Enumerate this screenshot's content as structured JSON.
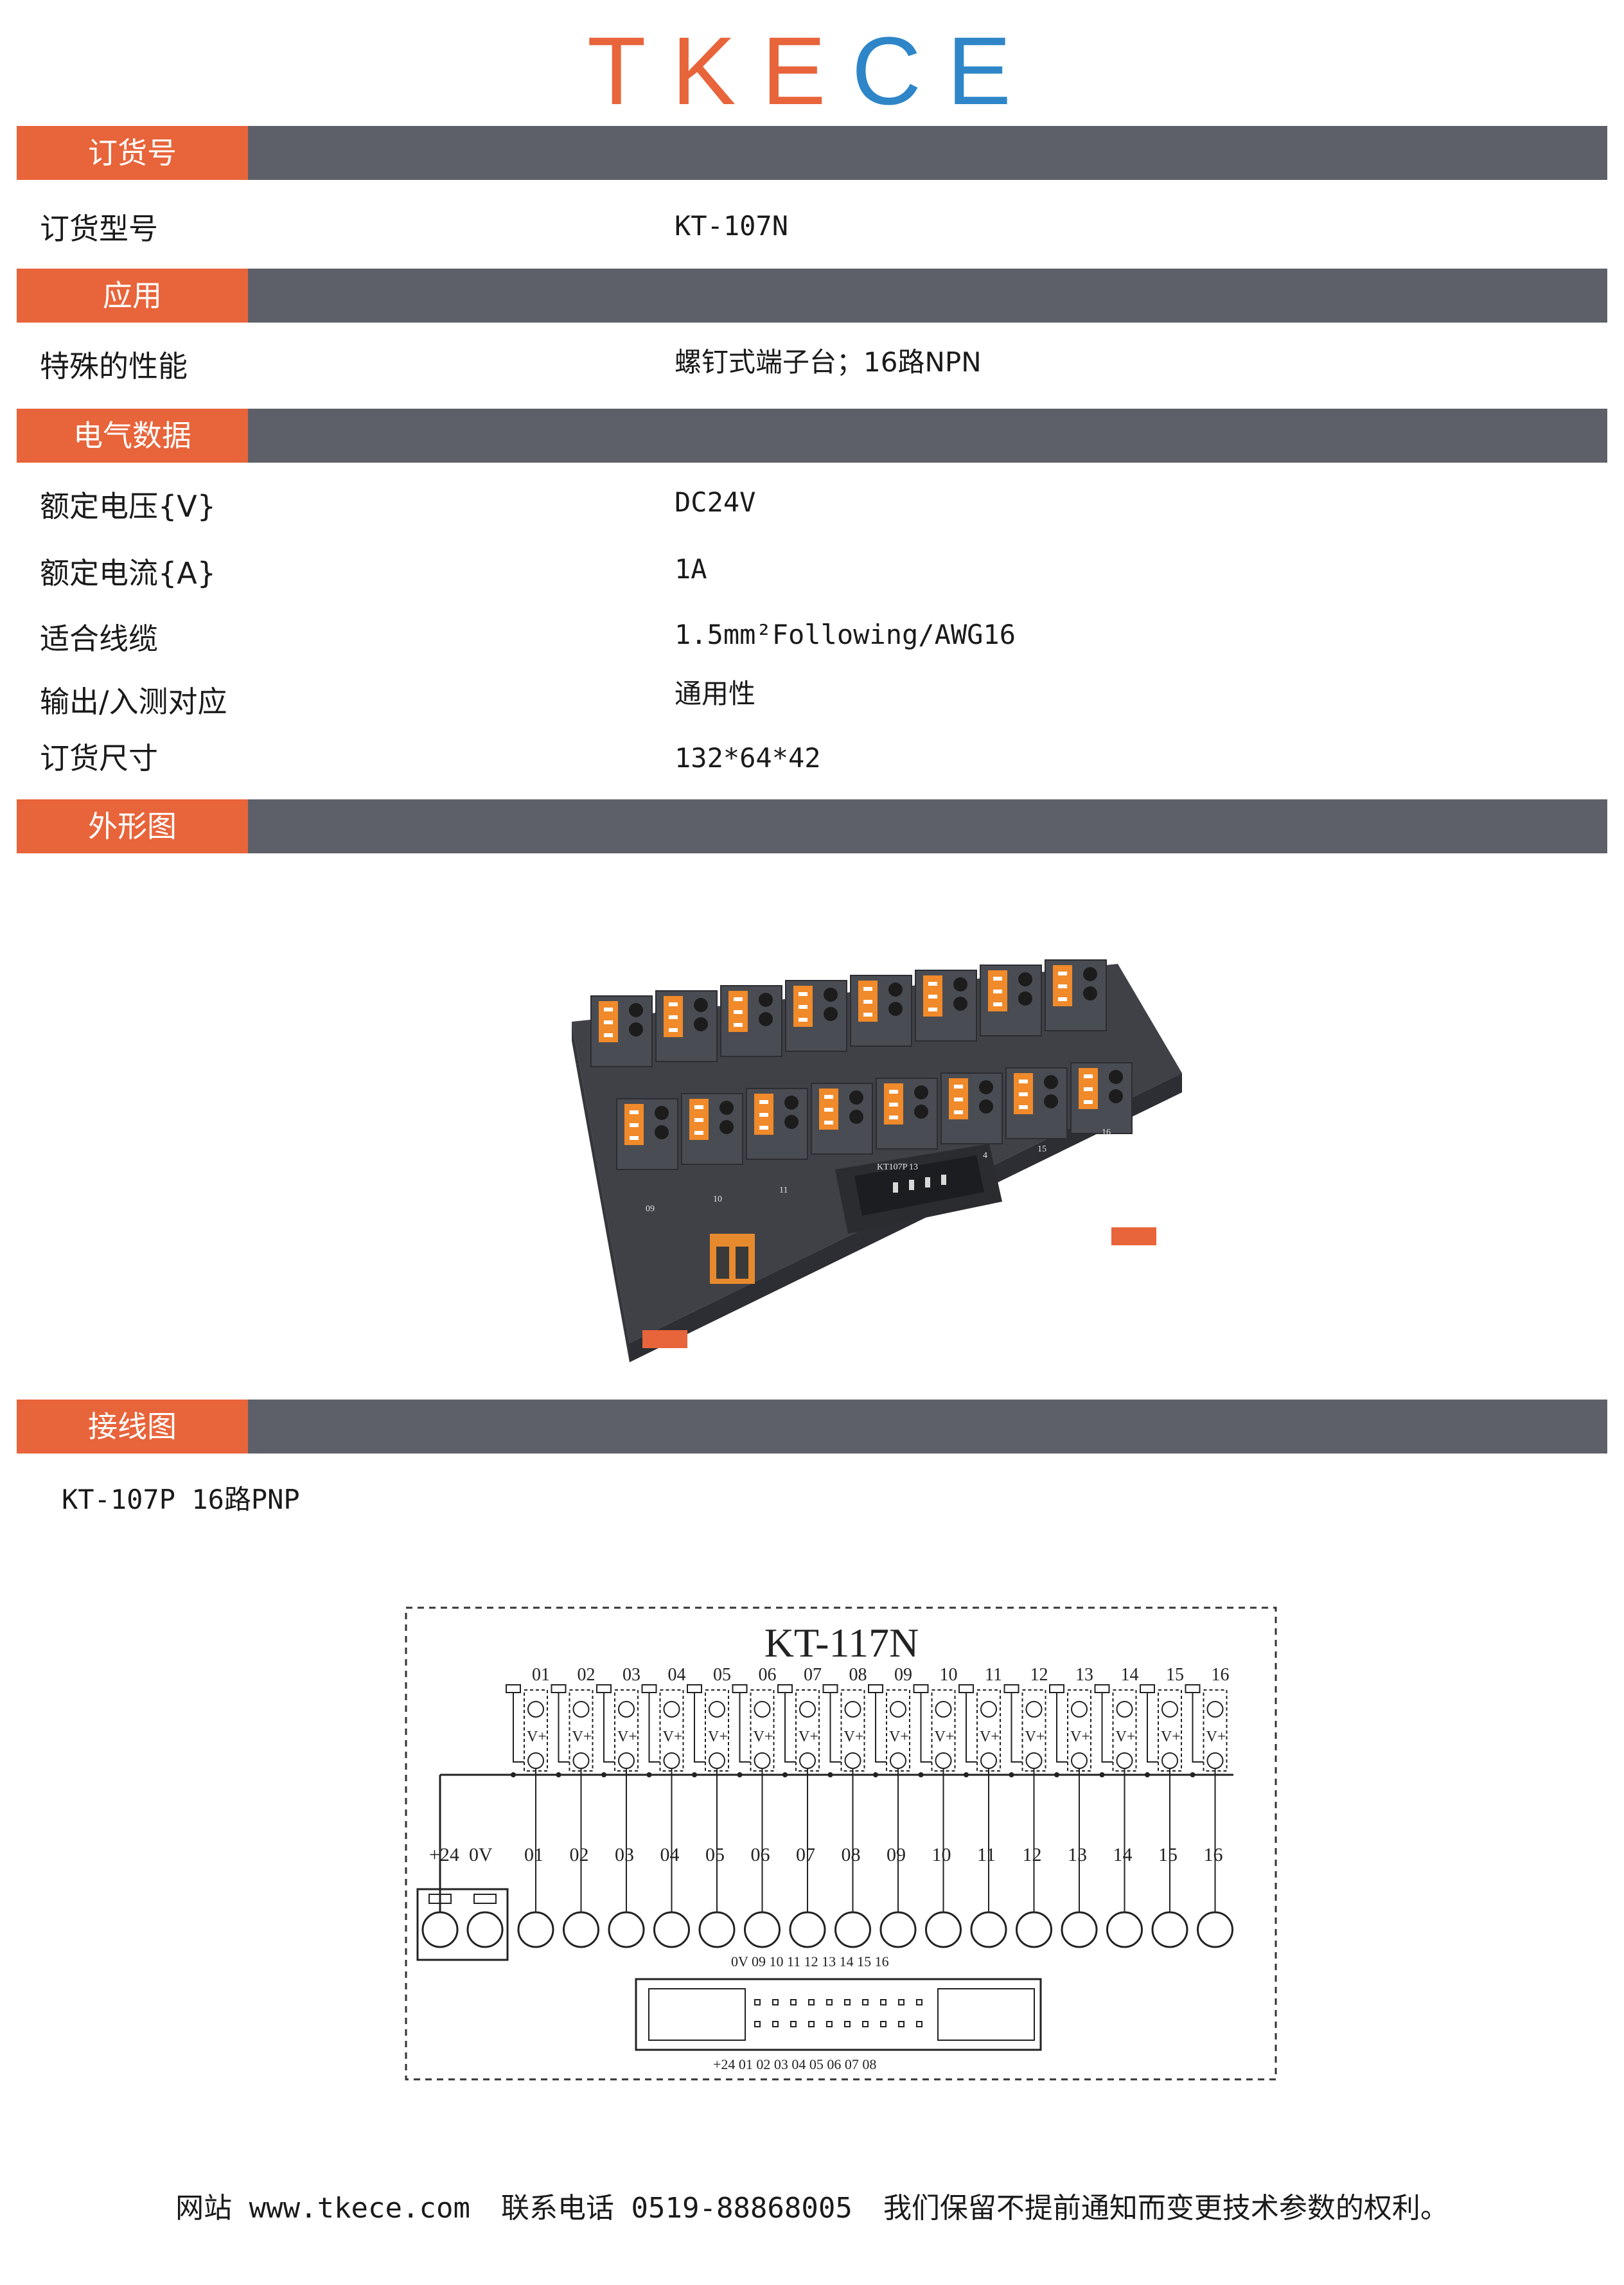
{
  "brand": {
    "letters": [
      "T",
      "K",
      "E",
      "C",
      "E"
    ],
    "colors": [
      "#e8643a",
      "#e8643a",
      "#e8643a",
      "#2e86c8",
      "#2e86c8"
    ]
  },
  "colors": {
    "accent": "#e8643a",
    "section_bar": "#5e6069",
    "module_body": "#3f4147",
    "terminal_orange": "#f08a2a"
  },
  "sections": {
    "order": "订货号",
    "application": "应用",
    "electrical": "电气数据",
    "outline": "外形图",
    "wiring": "接线图"
  },
  "order": {
    "label": "订货型号",
    "value": "KT-107N"
  },
  "application": {
    "label": "特殊的性能",
    "value": "螺钉式端子台；16路NPN"
  },
  "electrical": [
    {
      "label": "额定电压{V}",
      "value": "DC24V"
    },
    {
      "label": "额定电流{A}",
      "value": "1A"
    },
    {
      "label": "适合线缆",
      "value": "1.5mm²Following/AWG16"
    },
    {
      "label": "输出/入测对应",
      "value": "通用性"
    },
    {
      "label": "订货尺寸",
      "value": "132*64*42"
    }
  ],
  "product_photo": {
    "top_labels": [
      "13",
      "4",
      "15",
      "16"
    ],
    "bottom_labels": [
      "09",
      "10",
      "11"
    ],
    "connector_label": "KT107P"
  },
  "wiring": {
    "caption": "KT-107P 16路PNP",
    "model": "KT-117N",
    "top_numbers": [
      "01",
      "02",
      "03",
      "04",
      "05",
      "06",
      "07",
      "08",
      "09",
      "10",
      "11",
      "12",
      "13",
      "14",
      "15",
      "16"
    ],
    "led_label": "V+",
    "power_labels": [
      "+24",
      "0V"
    ],
    "terminal_numbers": [
      "01",
      "02",
      "03",
      "04",
      "05",
      "06",
      "07",
      "08",
      "09",
      "10",
      "11",
      "12",
      "13",
      "14",
      "15",
      "16"
    ],
    "connector_top": "0V 09 10 11 12 13 14 15 16",
    "connector_bottom": "+24 01 02 03 04 05 06 07 08"
  },
  "footer": {
    "website": "网站 www.tkece.com",
    "phone": "联系电话 0519-88868005",
    "notice": "我们保留不提前通知而变更技术参数的权利。"
  }
}
